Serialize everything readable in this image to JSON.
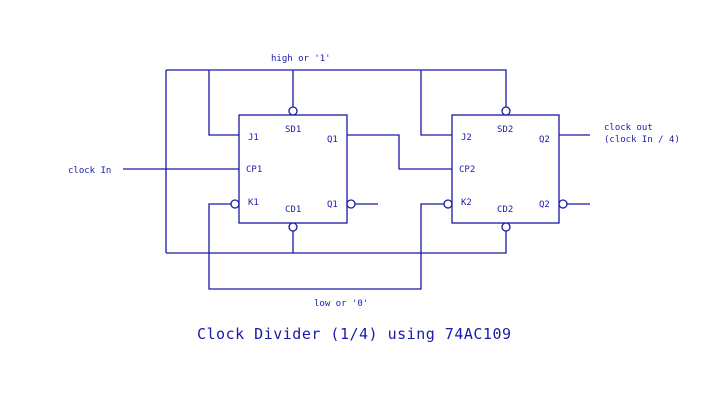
{
  "title": "Clock Divider (1/4) using 74AC109",
  "labels": {
    "high": "high or '1'",
    "low": "low or '0'",
    "clock_in": "clock In",
    "clock_out_1": "clock out",
    "clock_out_2": "(clock In / 4)"
  },
  "chip1": {
    "j": "J1",
    "cp": "CP1",
    "k": "K1",
    "sd": "SD1",
    "cd": "CD1",
    "q": "Q1",
    "qbar": "Q1"
  },
  "chip2": {
    "j": "J2",
    "cp": "CP2",
    "k": "K2",
    "sd": "SD2",
    "cd": "CD2",
    "q": "Q2",
    "qbar": "Q2"
  },
  "colors": {
    "ink": "#1a1aa8",
    "background": "#ffffff"
  }
}
